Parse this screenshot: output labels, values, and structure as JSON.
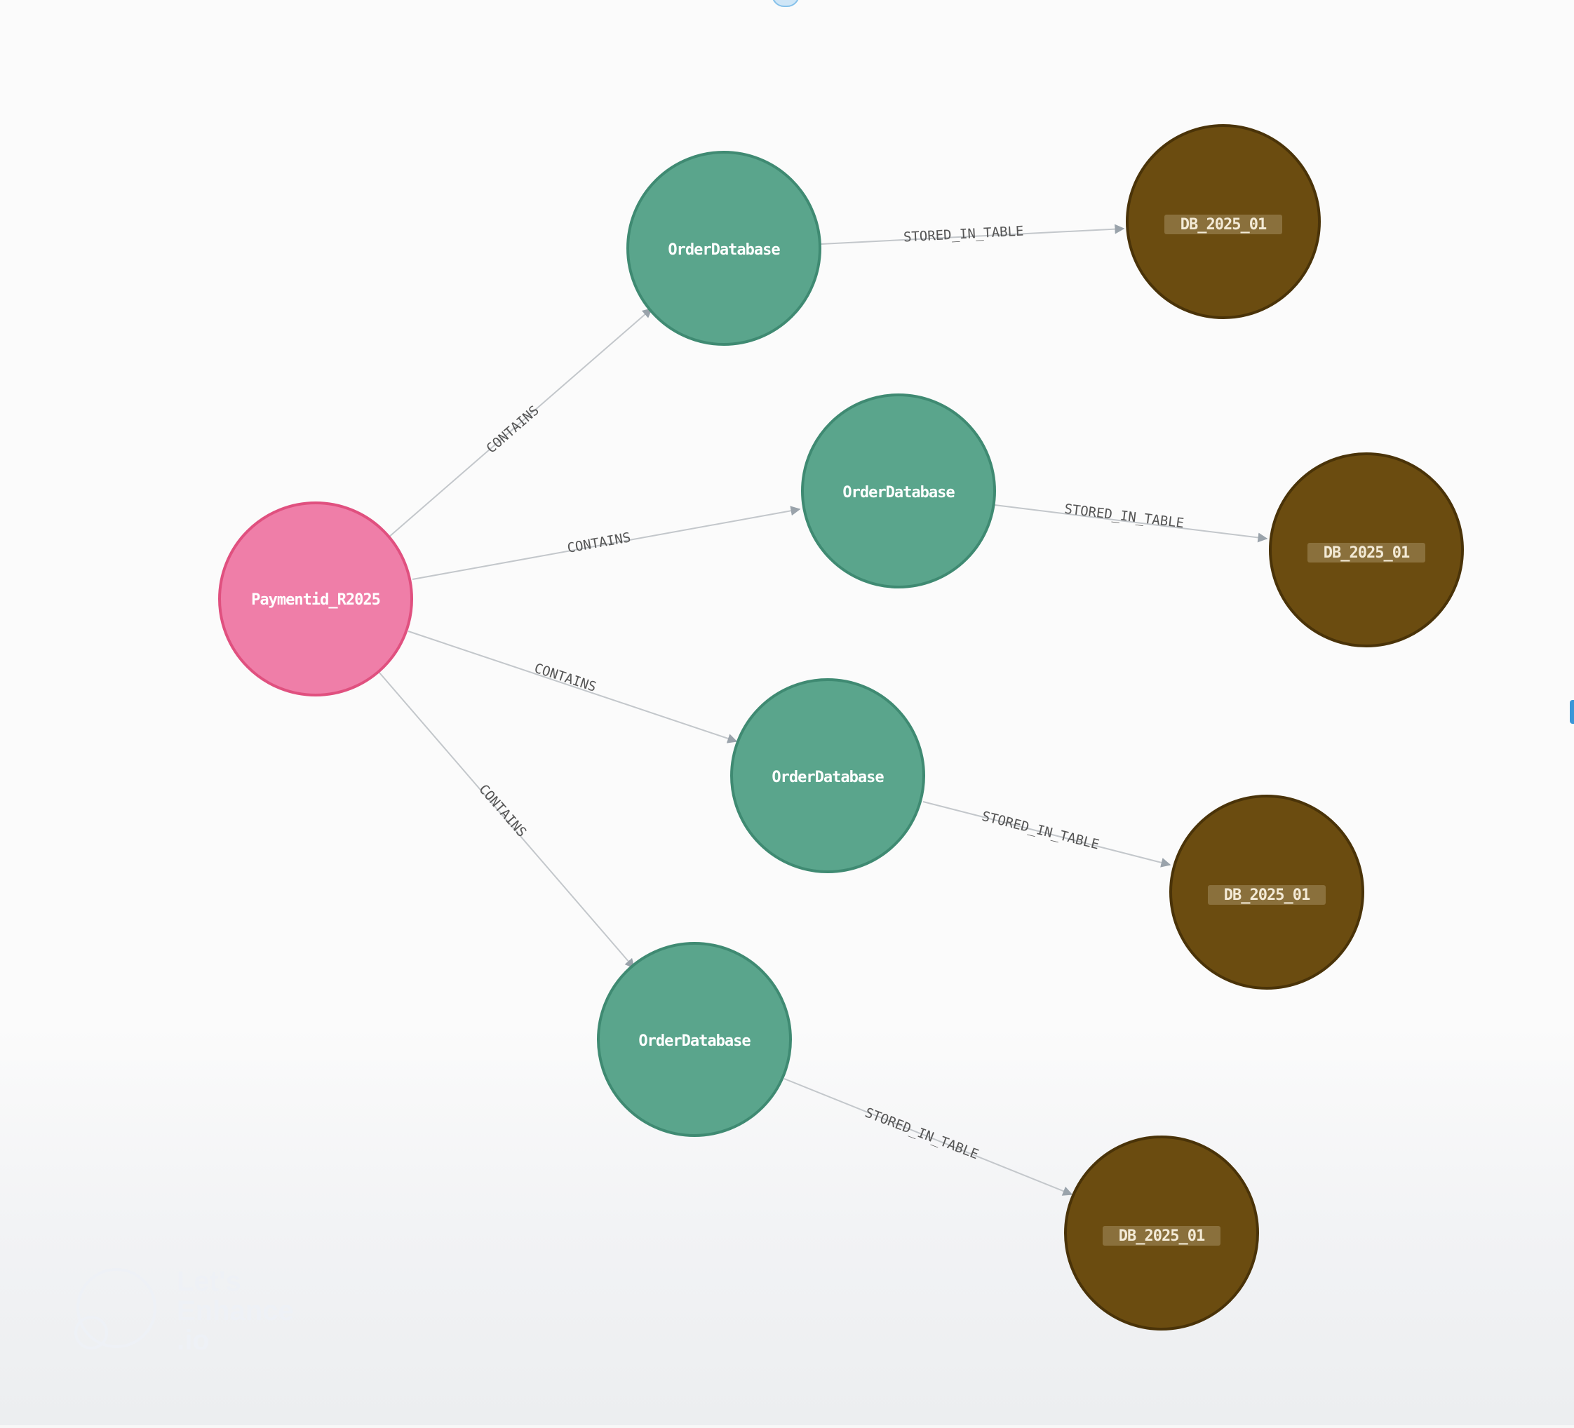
{
  "graph": {
    "root": {
      "label": "Paymentid_R2025",
      "color": "#ef7ea8",
      "border": "#e0507f"
    },
    "middle_nodes": [
      {
        "label": "OrderDatabase",
        "color": "#5aa58c",
        "border": "#3f8a72"
      },
      {
        "label": "OrderDatabase",
        "color": "#5aa58c",
        "border": "#3f8a72"
      },
      {
        "label": "OrderDatabase",
        "color": "#5aa58c",
        "border": "#3f8a72"
      },
      {
        "label": "OrderDatabase",
        "color": "#5aa58c",
        "border": "#3f8a72"
      }
    ],
    "leaf_nodes": [
      {
        "label": "DB_2025_01",
        "color": "#6b4c10",
        "border": "#4a3308"
      },
      {
        "label": "DB_2025_01",
        "color": "#6b4c10",
        "border": "#4a3308"
      },
      {
        "label": "DB_2025_01",
        "color": "#6b4c10",
        "border": "#4a3308"
      },
      {
        "label": "DB_2025_01",
        "color": "#6b4c10",
        "border": "#4a3308"
      }
    ],
    "root_edges": [
      {
        "label": "CONTAINS"
      },
      {
        "label": "CONTAINS"
      },
      {
        "label": "CONTAINS"
      },
      {
        "label": "CONTAINS"
      }
    ],
    "leaf_edges": [
      {
        "label": "STORED_IN_TABLE"
      },
      {
        "label": "STORED_IN_TABLE"
      },
      {
        "label": "STORED_IN_TABLE"
      },
      {
        "label": "STORED_IN_TABLE"
      }
    ]
  },
  "watermark": {
    "line1": "Let's",
    "line2": "Enhance",
    "line3": ".io"
  },
  "colors": {
    "edge": "#c3c7cb",
    "arrow": "#9aa3ab",
    "label_text": "#ffffff",
    "leaf_label_text": "#f3ead6"
  }
}
